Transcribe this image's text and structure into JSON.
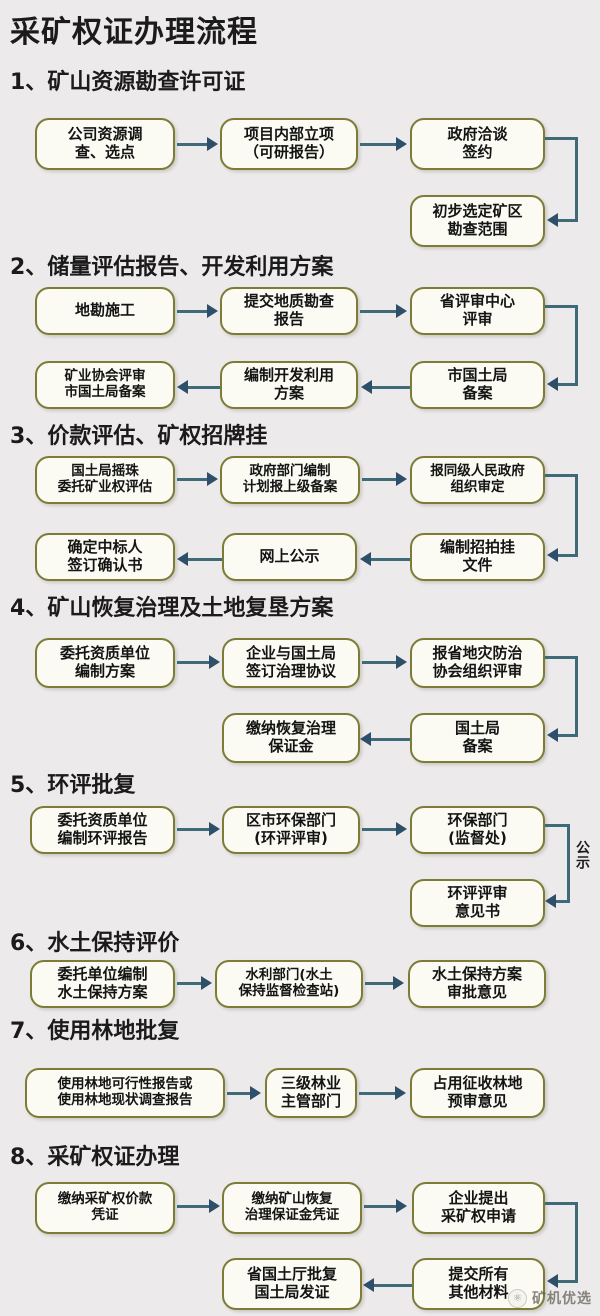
{
  "document": {
    "title": "采矿权证办理流程"
  },
  "watermark": {
    "logo_icon": "circle-logo-icon",
    "text": "矿机优选"
  },
  "sections": [
    {
      "number": "1、",
      "heading": "矿山资源勘查许可证",
      "nodes": [
        {
          "id": "s1n1",
          "text": "公司资源调\n查、选点"
        },
        {
          "id": "s1n2",
          "text": "项目内部立项\n（可研报告）"
        },
        {
          "id": "s1n3",
          "text": "政府洽谈\n签约"
        },
        {
          "id": "s1n4",
          "text": "初步选定矿区\n勘查范围"
        }
      ],
      "edges": [
        {
          "from": "s1n1",
          "to": "s1n2",
          "type": "horizontal-right"
        },
        {
          "from": "s1n2",
          "to": "s1n3",
          "type": "horizontal-right"
        },
        {
          "from": "s1n3",
          "to": "s1n4",
          "type": "elbow-right-down-left"
        }
      ]
    },
    {
      "number": "2、",
      "heading": "储量评估报告、开发利用方案",
      "nodes": [
        {
          "id": "s2n1",
          "text": "地勘施工"
        },
        {
          "id": "s2n2",
          "text": "提交地质勘查\n报告"
        },
        {
          "id": "s2n3",
          "text": "省评审中心\n评审"
        },
        {
          "id": "s2n4",
          "text": "市国土局\n备案"
        },
        {
          "id": "s2n5",
          "text": "编制开发利用\n方案"
        },
        {
          "id": "s2n6",
          "text": "矿业协会评审\n市国土局备案"
        }
      ],
      "edges": [
        {
          "from": "s2n1",
          "to": "s2n2",
          "type": "horizontal-right"
        },
        {
          "from": "s2n2",
          "to": "s2n3",
          "type": "horizontal-right"
        },
        {
          "from": "s2n3",
          "to": "s2n4",
          "type": "elbow-right-down-left"
        },
        {
          "from": "s2n4",
          "to": "s2n5",
          "type": "horizontal-left"
        },
        {
          "from": "s2n5",
          "to": "s2n6",
          "type": "horizontal-left"
        }
      ]
    },
    {
      "number": "3、",
      "heading": "价款评估、矿权招牌挂",
      "nodes": [
        {
          "id": "s3n1",
          "text": "国土局摇珠\n委托矿业权评估"
        },
        {
          "id": "s3n2",
          "text": "政府部门编制\n计划报上级备案"
        },
        {
          "id": "s3n3",
          "text": "报同级人民政府\n组织审定"
        },
        {
          "id": "s3n4",
          "text": "编制招拍挂\n文件"
        },
        {
          "id": "s3n5",
          "text": "网上公示"
        },
        {
          "id": "s3n6",
          "text": "确定中标人\n签订确认书"
        }
      ],
      "edges": [
        {
          "from": "s3n1",
          "to": "s3n2",
          "type": "horizontal-right"
        },
        {
          "from": "s3n2",
          "to": "s3n3",
          "type": "horizontal-right"
        },
        {
          "from": "s3n3",
          "to": "s3n4",
          "type": "elbow-right-down-left"
        },
        {
          "from": "s3n4",
          "to": "s3n5",
          "type": "horizontal-left"
        },
        {
          "from": "s3n5",
          "to": "s3n6",
          "type": "horizontal-left"
        }
      ]
    },
    {
      "number": "4、",
      "heading": "矿山恢复治理及土地复垦方案",
      "nodes": [
        {
          "id": "s4n1",
          "text": "委托资质单位\n编制方案"
        },
        {
          "id": "s4n2",
          "text": "企业与国土局\n签订治理协议"
        },
        {
          "id": "s4n3",
          "text": "报省地灾防治\n协会组织评审"
        },
        {
          "id": "s4n4",
          "text": "国土局\n备案"
        },
        {
          "id": "s4n5",
          "text": "缴纳恢复治理\n保证金"
        }
      ],
      "edges": [
        {
          "from": "s4n1",
          "to": "s4n2",
          "type": "horizontal-right"
        },
        {
          "from": "s4n2",
          "to": "s4n3",
          "type": "horizontal-right"
        },
        {
          "from": "s4n3",
          "to": "s4n4",
          "type": "elbow-right-down-left"
        },
        {
          "from": "s4n4",
          "to": "s4n5",
          "type": "horizontal-left"
        }
      ]
    },
    {
      "number": "5、",
      "heading": "环评批复",
      "nodes": [
        {
          "id": "s5n1",
          "text": "委托资质单位\n编制环评报告"
        },
        {
          "id": "s5n2",
          "text": "区市环保部门\n(环评评审)"
        },
        {
          "id": "s5n3",
          "text": "环保部门\n(监督处)"
        },
        {
          "id": "s5n4",
          "text": "环评评审\n意见书"
        }
      ],
      "edge_label": "公示",
      "edges": [
        {
          "from": "s5n1",
          "to": "s5n2",
          "type": "horizontal-right"
        },
        {
          "from": "s5n2",
          "to": "s5n3",
          "type": "horizontal-right"
        },
        {
          "from": "s5n3",
          "to": "s5n4",
          "type": "elbow-right-down-left",
          "label": "公示"
        }
      ]
    },
    {
      "number": "6、",
      "heading": "水土保持评价",
      "nodes": [
        {
          "id": "s6n1",
          "text": "委托单位编制\n水土保持方案"
        },
        {
          "id": "s6n2",
          "text": "水利部门(水土\n保持监督检查站)"
        },
        {
          "id": "s6n3",
          "text": "水土保持方案\n审批意见"
        }
      ],
      "edges": [
        {
          "from": "s6n1",
          "to": "s6n2",
          "type": "horizontal-right"
        },
        {
          "from": "s6n2",
          "to": "s6n3",
          "type": "horizontal-right"
        }
      ]
    },
    {
      "number": "7、",
      "heading": "使用林地批复",
      "nodes": [
        {
          "id": "s7n1",
          "text": "使用林地可行性报告或\n使用林地现状调查报告"
        },
        {
          "id": "s7n2",
          "text": "三级林业\n主管部门"
        },
        {
          "id": "s7n3",
          "text": "占用征收林地\n预审意见"
        }
      ],
      "edges": [
        {
          "from": "s7n1",
          "to": "s7n2",
          "type": "horizontal-right"
        },
        {
          "from": "s7n2",
          "to": "s7n3",
          "type": "horizontal-right"
        }
      ]
    },
    {
      "number": "8、",
      "heading": "采矿权证办理",
      "nodes": [
        {
          "id": "s8n1",
          "text": "缴纳采矿权价款\n凭证"
        },
        {
          "id": "s8n2",
          "text": "缴纳矿山恢复\n治理保证金凭证"
        },
        {
          "id": "s8n3",
          "text": "企业提出\n采矿权申请"
        },
        {
          "id": "s8n4",
          "text": "提交所有\n其他材料"
        },
        {
          "id": "s8n5",
          "text": "省国土厅批复\n国土局发证"
        }
      ],
      "edges": [
        {
          "from": "s8n1",
          "to": "s8n2",
          "type": "horizontal-right"
        },
        {
          "from": "s8n2",
          "to": "s8n3",
          "type": "horizontal-right"
        },
        {
          "from": "s8n3",
          "to": "s8n4",
          "type": "elbow-right-down-left"
        },
        {
          "from": "s8n4",
          "to": "s8n5",
          "type": "horizontal-left"
        }
      ]
    }
  ],
  "colors": {
    "background": "#edeaec",
    "node_border": "#7c7c36",
    "node_fill": "#fbfbf4",
    "connector": "#3f6a78",
    "arrow": "#2d4f69",
    "text": "#141414"
  }
}
